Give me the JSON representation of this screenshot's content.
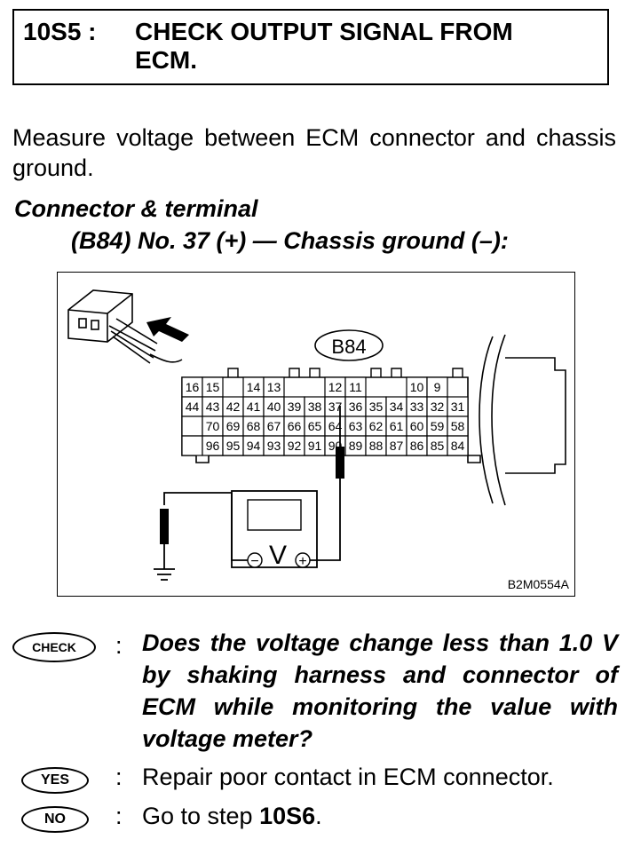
{
  "step": {
    "number": "10S5 :",
    "title": "CHECK OUTPUT SIGNAL FROM ECM."
  },
  "intro": "Measure voltage between ECM connector and chassis ground.",
  "connector": {
    "heading": "Connector & terminal",
    "spec": "(B84) No. 37 (+) — Chassis ground (–):"
  },
  "figure": {
    "connector_label": "B84",
    "meter_symbol": "V",
    "minus_symbol": "−",
    "plus_symbol": "+",
    "figure_code": "B2M0554A",
    "row1": [
      "16",
      "15",
      "",
      "14",
      "13",
      "",
      "",
      "12",
      "11",
      "",
      "",
      "10",
      "9",
      ""
    ],
    "row2": [
      "44",
      "43",
      "42",
      "41",
      "40",
      "39",
      "38",
      "37",
      "36",
      "35",
      "34",
      "33",
      "32",
      "31"
    ],
    "row3": [
      "",
      "70",
      "69",
      "68",
      "67",
      "66",
      "65",
      "64",
      "63",
      "62",
      "61",
      "60",
      "59",
      "58"
    ],
    "row4": [
      "",
      "96",
      "95",
      "94",
      "93",
      "92",
      "91",
      "90",
      "89",
      "88",
      "87",
      "86",
      "85",
      "84"
    ]
  },
  "check": {
    "badge": "CHECK",
    "colon": ":",
    "question": "Does the voltage change less than 1.0 V by shaking harness and connector of ECM while monitoring the value with voltage meter?"
  },
  "yes": {
    "badge": "YES",
    "colon": ":",
    "text": "Repair poor contact in ECM connector."
  },
  "no": {
    "badge": "NO",
    "colon": ":",
    "text_prefix": "Go to step ",
    "text_step": "10S6",
    "text_suffix": "."
  }
}
